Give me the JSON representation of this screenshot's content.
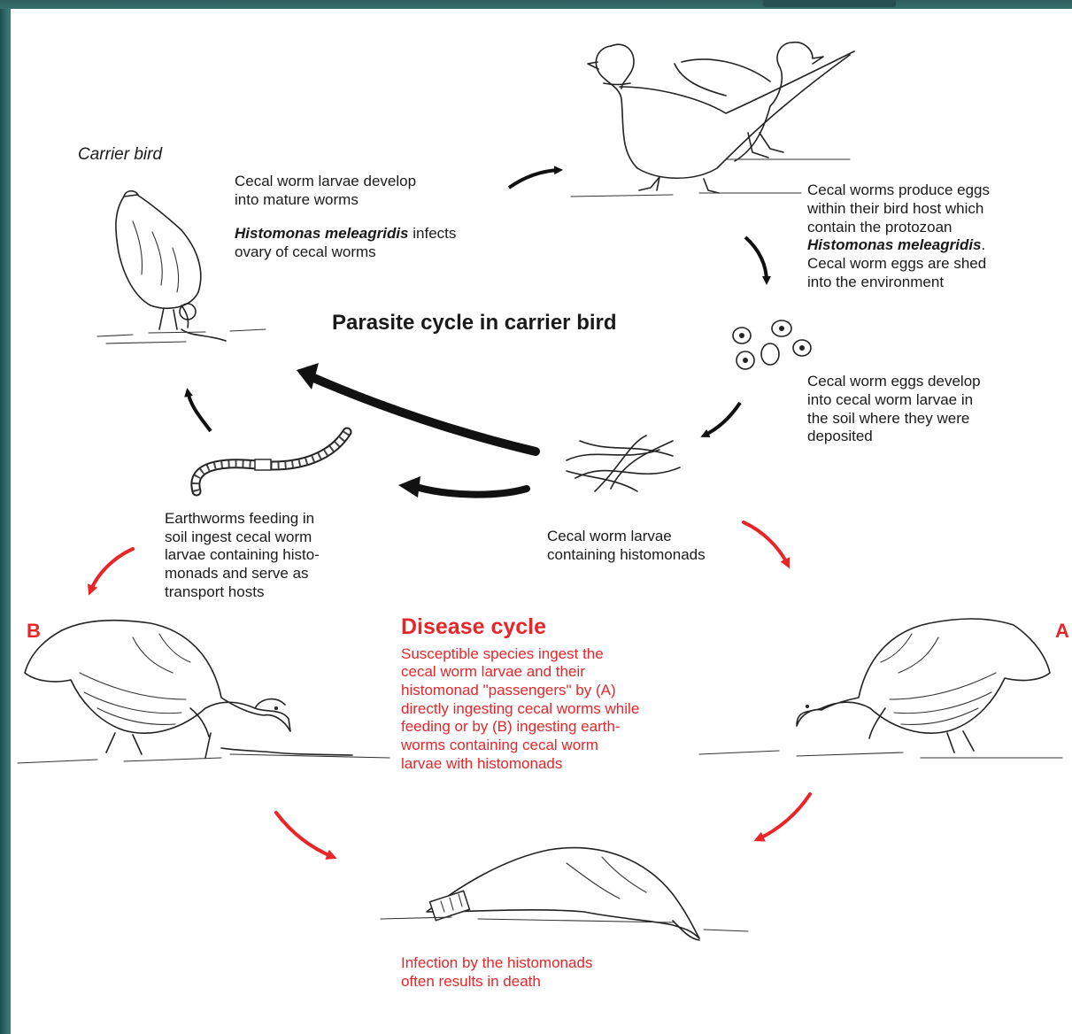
{
  "title": "Parasite cycle in carrier bird",
  "carrier_label": "Carrier bird",
  "text_mature": {
    "line1": "Cecal worm larvae develop",
    "line2": "into mature worms",
    "hm_name": "Histomonas meleagridis",
    "hm_rest": " infects",
    "line4": "ovary of cecal worms"
  },
  "text_eggs": {
    "line1": "Cecal worms produce eggs",
    "line2": "within their bird host which",
    "line3": "contain the protozoan",
    "hm_name": "Histomonas meleagridis",
    "hm_rest": ".",
    "line5": "Cecal worm eggs are shed",
    "line6": "into the environment"
  },
  "text_soil": {
    "line1": "Cecal worm eggs develop",
    "line2": "into cecal worm larvae in",
    "line3": "the soil where they were",
    "line4": "deposited"
  },
  "text_larvae": {
    "line1": "Cecal worm larvae",
    "line2": "containing histomonads"
  },
  "text_earthworm": {
    "line1": "Earthworms feeding in",
    "line2": "soil ingest cecal worm",
    "line3": "larvae containing histo-",
    "line4": "monads and serve as",
    "line5": "transport hosts"
  },
  "disease": {
    "title": "Disease cycle",
    "line1": "Susceptible species ingest the",
    "line2": "cecal worm larvae and their",
    "line3": "histomonad \"passengers\" by (A)",
    "line4": "directly ingesting cecal worms while",
    "line5": "feeding or by (B) ingesting earth-",
    "line6": "worms containing cecal worm",
    "line7": "larvae with histomonads"
  },
  "label_b": "B",
  "label_a": "A",
  "death": {
    "line1": "Infection by the histomonads",
    "line2": "often results in death"
  },
  "colors": {
    "accent": "#e8262a",
    "frame": "#2e6464",
    "ink": "#1a1a1a"
  }
}
